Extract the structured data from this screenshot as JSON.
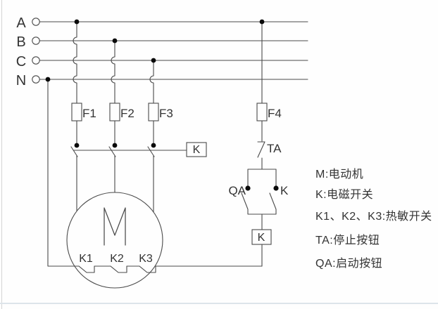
{
  "diagram": {
    "phase_labels": {
      "a": "A",
      "b": "B",
      "c": "C",
      "n": "N"
    },
    "fuse_labels": {
      "f1": "F1",
      "f2": "F2",
      "f3": "F3",
      "f4": "F4"
    },
    "contactor_box_label": "K",
    "coil_box_label": "K",
    "stop_button_label": "TA",
    "start_button_label": "QA",
    "aux_contact_label": "K",
    "motor_letter": "M",
    "thermal_labels": {
      "k1": "K1",
      "k2": "K2",
      "k3": "K3"
    }
  },
  "legend": {
    "items": [
      "M:电动机",
      "K:电磁开关",
      "K1、K2、K3:热敏开关",
      "TA:停止按钮",
      "QA:启动按钮"
    ]
  },
  "colors": {
    "line": "#4a4a4a",
    "text": "#333333",
    "dot": "#0a0a0a",
    "background": "#fefefe",
    "border": "#dde4ea"
  }
}
